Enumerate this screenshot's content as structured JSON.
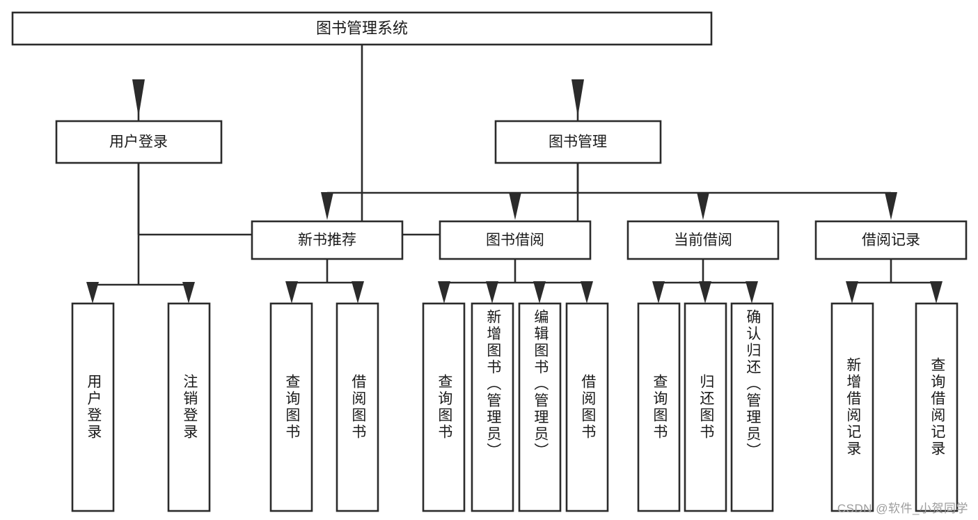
{
  "diagram": {
    "title": "图书管理系统",
    "type": "hierarchy-tree",
    "root": {
      "label": "图书管理系统",
      "orientation": "horizontal"
    },
    "level1": [
      {
        "label": "用户登录"
      },
      {
        "label": "图书管理"
      }
    ],
    "level2": [
      {
        "label": "新书推荐"
      },
      {
        "label": "图书借阅"
      },
      {
        "label": "当前借阅"
      },
      {
        "label": "借阅记录"
      }
    ],
    "leaves": {
      "user_login": [
        {
          "label": "用户登录"
        },
        {
          "label": "注销登录"
        }
      ],
      "new_book_recommend": [
        {
          "label": "查询图书"
        },
        {
          "label": "借阅图书"
        }
      ],
      "book_borrow": [
        {
          "label": "查询图书"
        },
        {
          "label": "新增图书（管理员）"
        },
        {
          "label": "编辑图书（管理员）"
        },
        {
          "label": "借阅图书"
        }
      ],
      "current_borrow": [
        {
          "label": "查询图书"
        },
        {
          "label": "归还图书"
        },
        {
          "label": "确认归还（管理员）"
        }
      ],
      "borrow_record": [
        {
          "label": "新增借阅记录"
        },
        {
          "label": "查询借阅记录"
        }
      ]
    }
  },
  "watermark": {
    "text": "CSDN @软件_小贺同学"
  },
  "colors": {
    "background": "#ffffff",
    "box_fill": "#ffffff",
    "line": "#2b2b2b",
    "text": "#1a1a1a",
    "watermark": "#9d9d9d"
  }
}
